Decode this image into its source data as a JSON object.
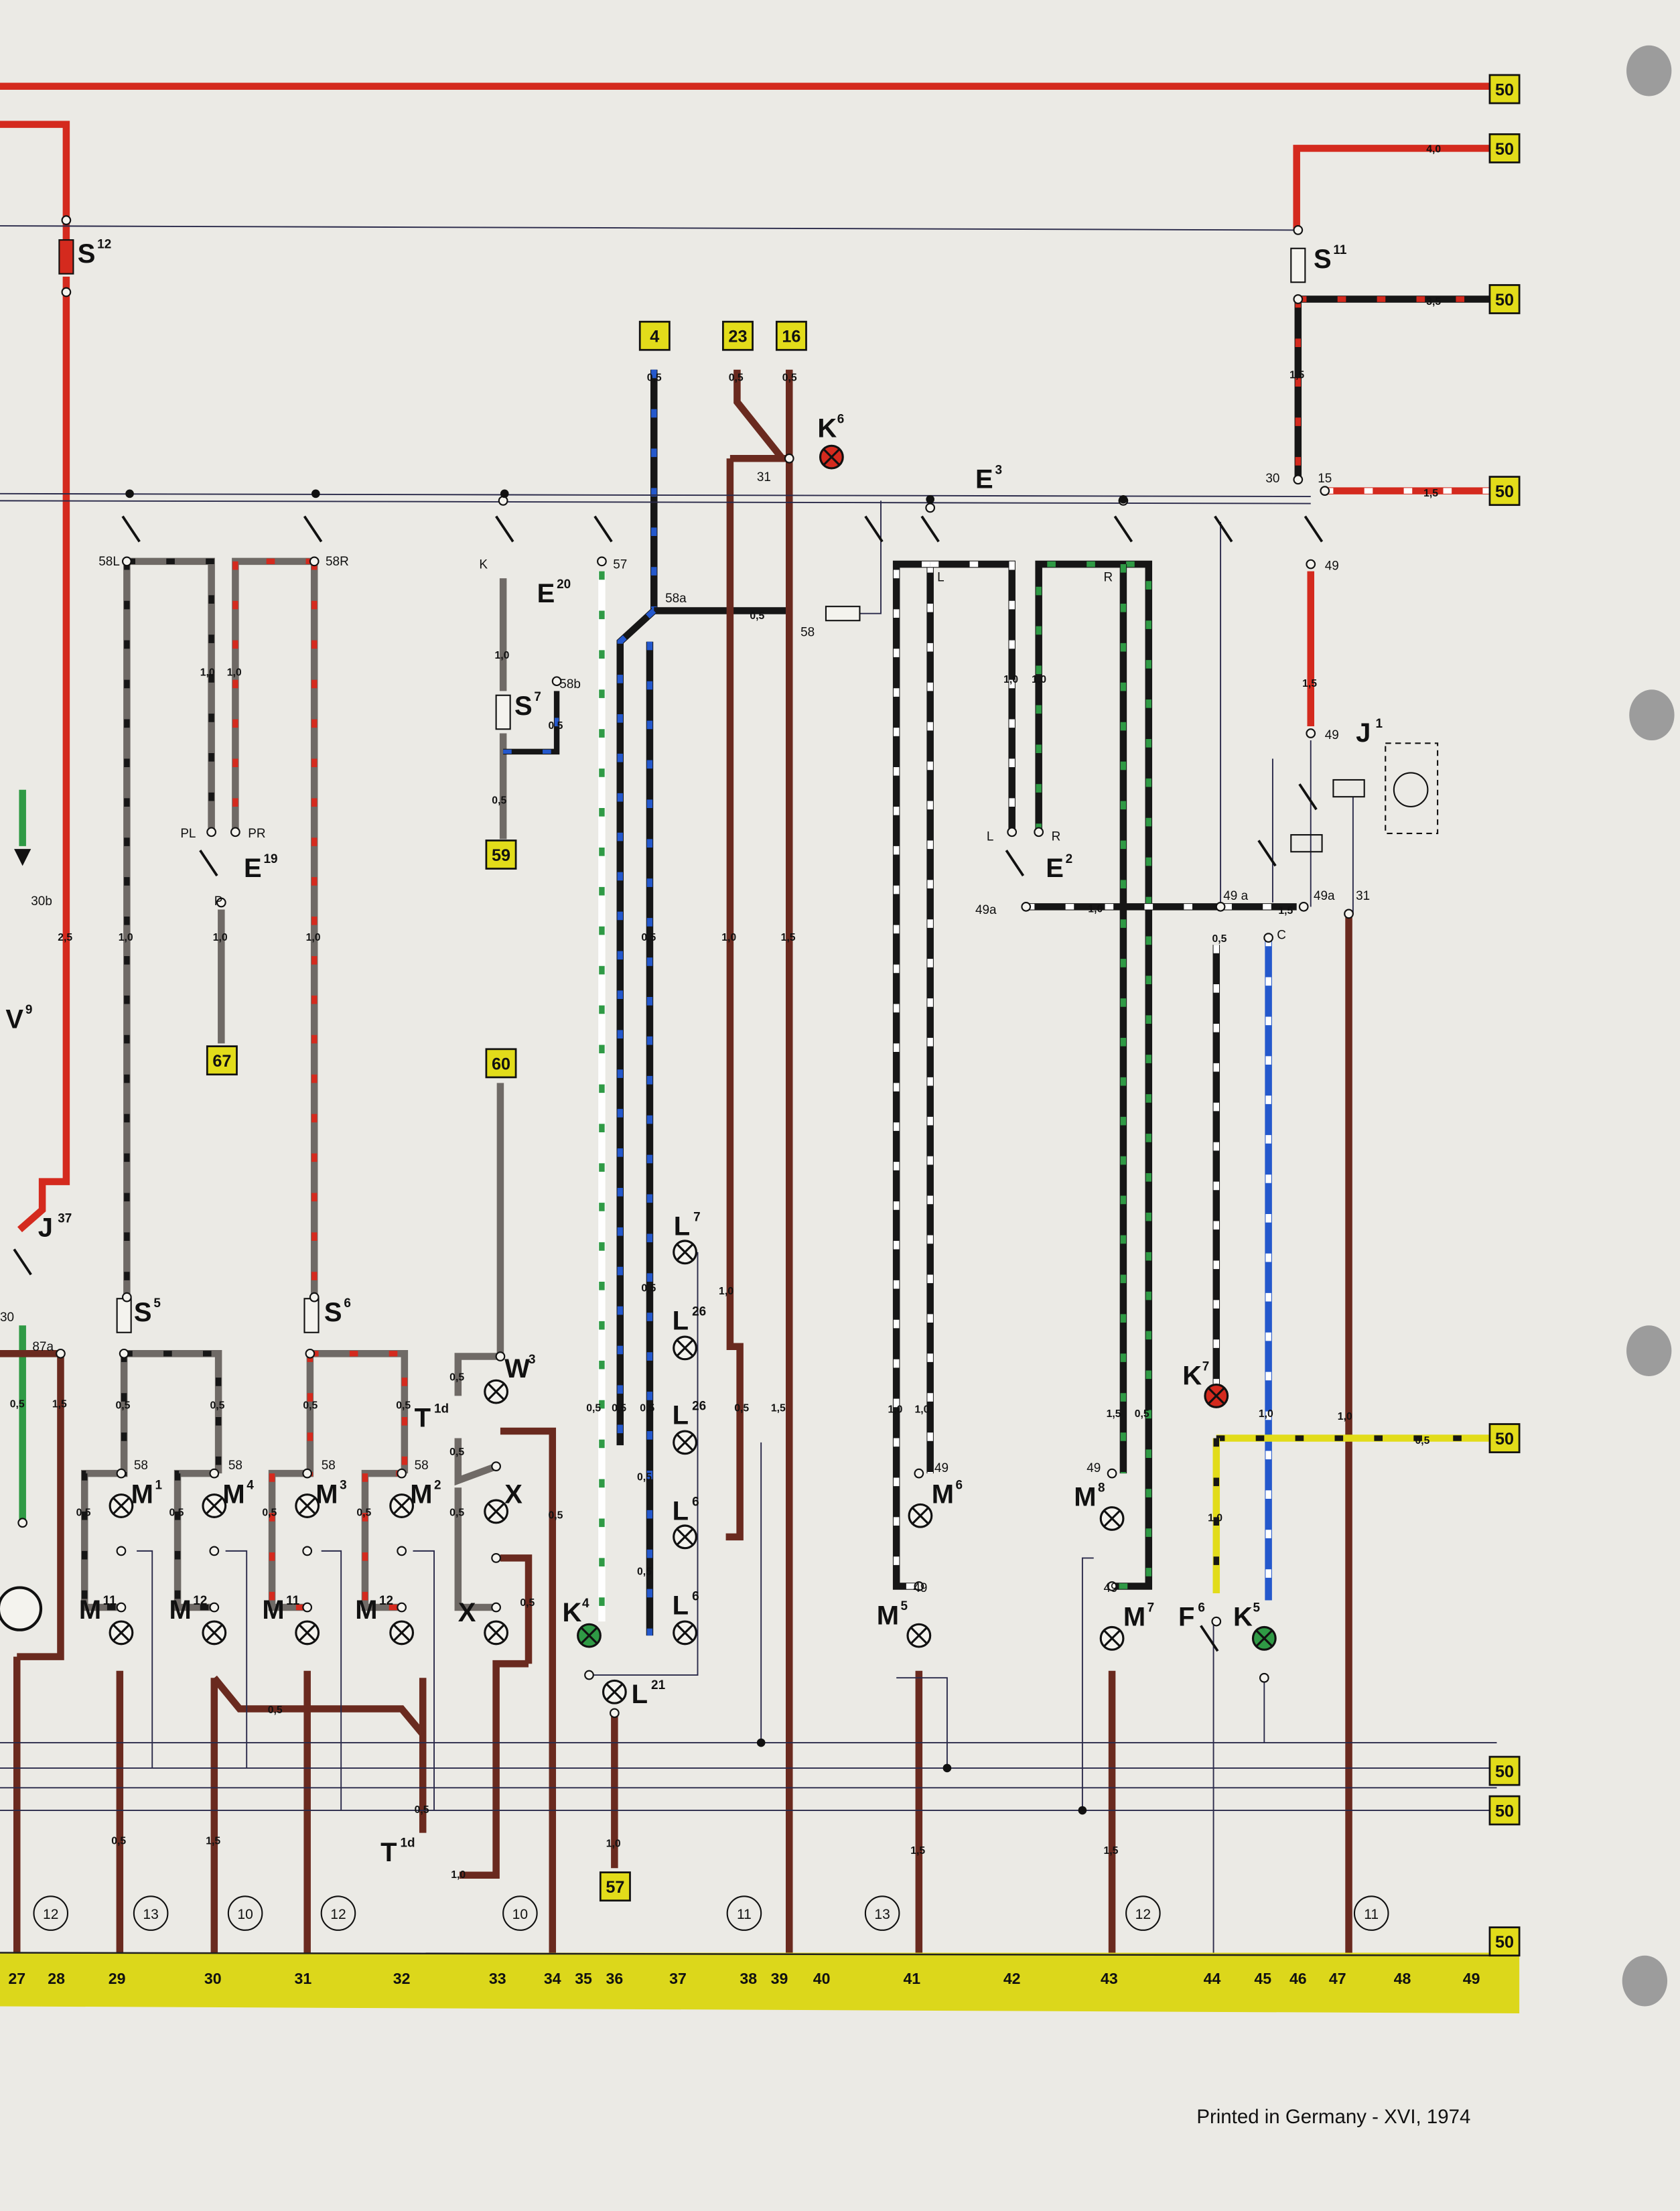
{
  "colors": {
    "red": "#d42a1e",
    "black": "#161616",
    "brown": "#6a2a1f",
    "grey": "#6f6a66",
    "green": "#2f9a45",
    "blue": "#2458cc",
    "white": "#ffffff",
    "yellow": "#e2dc1a",
    "paper": "#ebeae5"
  },
  "connector_boxes": [
    "50",
    "50",
    "50",
    "50",
    "4",
    "23",
    "16",
    "59",
    "67",
    "60",
    "57",
    "50",
    "50",
    "50",
    "50"
  ],
  "components": [
    {
      "letter": "S",
      "index": "12"
    },
    {
      "letter": "S",
      "index": "11"
    },
    {
      "letter": "K",
      "index": "6"
    },
    {
      "letter": "E",
      "index": "3"
    },
    {
      "letter": "E",
      "index": "20"
    },
    {
      "letter": "S",
      "index": "7"
    },
    {
      "letter": "E",
      "index": "19"
    },
    {
      "letter": "E",
      "index": "2"
    },
    {
      "letter": "J",
      "index": "1"
    },
    {
      "letter": "J",
      "index": "37"
    },
    {
      "letter": "V",
      "index": "9"
    },
    {
      "letter": "S",
      "index": "5"
    },
    {
      "letter": "S",
      "index": "6"
    },
    {
      "letter": "W",
      "index": "3"
    },
    {
      "letter": "T",
      "index": "1d"
    },
    {
      "letter": "T",
      "index": "1d"
    },
    {
      "letter": "M",
      "index": "1"
    },
    {
      "letter": "M",
      "index": "4"
    },
    {
      "letter": "M",
      "index": "3"
    },
    {
      "letter": "M",
      "index": "2"
    },
    {
      "letter": "X"
    },
    {
      "letter": "M",
      "index": "11"
    },
    {
      "letter": "M",
      "index": "12"
    },
    {
      "letter": "M",
      "index": "11"
    },
    {
      "letter": "M",
      "index": "12"
    },
    {
      "letter": "X"
    },
    {
      "letter": "K",
      "index": "4"
    },
    {
      "letter": "L",
      "index": "21"
    },
    {
      "letter": "L",
      "index": "7"
    },
    {
      "letter": "L",
      "index": "26"
    },
    {
      "letter": "L",
      "index": "26"
    },
    {
      "letter": "L",
      "index": "6"
    },
    {
      "letter": "L",
      "index": "6"
    },
    {
      "letter": "M",
      "index": "6"
    },
    {
      "letter": "M",
      "index": "5"
    },
    {
      "letter": "M",
      "index": "8"
    },
    {
      "letter": "M",
      "index": "7"
    },
    {
      "letter": "K",
      "index": "7"
    },
    {
      "letter": "F",
      "index": "6"
    },
    {
      "letter": "K",
      "index": "5"
    }
  ],
  "terminals": [
    "58L",
    "58R",
    "K",
    "57",
    "58a",
    "58",
    "31",
    "58b",
    "PL",
    "PR",
    "P",
    "30",
    "15",
    "49",
    "49",
    "L",
    "R",
    "L",
    "R",
    "49a",
    "49 a",
    "49a",
    "31",
    "C",
    "30b",
    "87a",
    "30",
    "58",
    "58",
    "58",
    "58",
    "49",
    "49",
    "49",
    "49"
  ],
  "gauges": [
    "4,0",
    "3,5",
    "1,5",
    "1,5",
    "1,5",
    "0,5",
    "0,5",
    "0,5",
    "0,5",
    "1,0",
    "1,0",
    "1,0",
    "0,5",
    "0,5",
    "1,0",
    "1,0",
    "1,0",
    "0,5",
    "1,0",
    "1,5",
    "1,0",
    "1,0",
    "1,0",
    "1,5",
    "0,5",
    "2,5",
    "0,5",
    "0,5",
    "0,5",
    "0,5",
    "0,5",
    "0,5",
    "0,5",
    "0,5",
    "0,5",
    "0,5",
    "0,5",
    "0,5",
    "0,5",
    "0,5",
    "0,5",
    "0,5",
    "1,5",
    "0,5",
    "1,0",
    "0,5",
    "0,5",
    "0,5",
    "0,5",
    "1,0",
    "1,0",
    "1,0",
    "1,0",
    "1,0",
    "1,5",
    "0,5",
    "0,5",
    "0,5",
    "1,0",
    "1,0",
    "1,5",
    "1,5",
    "0,5",
    "1,5",
    "0,5",
    "1,5"
  ],
  "column_numbers": [
    "27",
    "28",
    "29",
    "30",
    "31",
    "32",
    "33",
    "34",
    "35",
    "36",
    "37",
    "38",
    "39",
    "40",
    "41",
    "42",
    "43",
    "44",
    "45",
    "46",
    "47",
    "48",
    "49"
  ],
  "circuit_refs": [
    "12",
    "13",
    "10",
    "12",
    "10",
    "11",
    "13",
    "12",
    "11"
  ],
  "footer": "Printed in Germany - XVI, 1974"
}
